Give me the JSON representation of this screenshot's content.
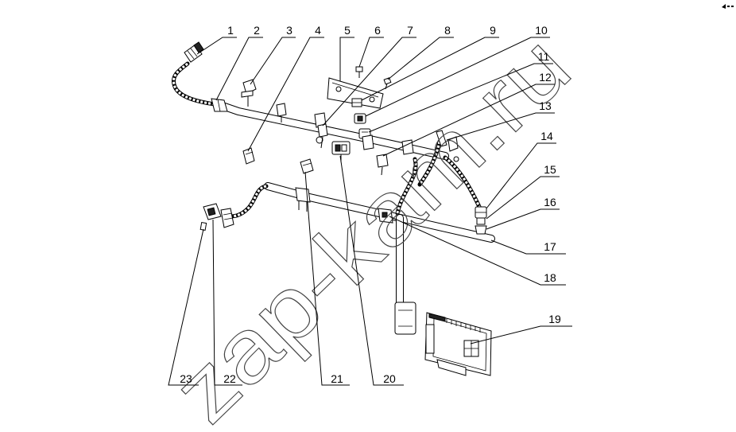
{
  "diagram": {
    "callouts": [
      "1",
      "2",
      "3",
      "4",
      "5",
      "6",
      "7",
      "8",
      "9",
      "10",
      "11",
      "12",
      "13",
      "14",
      "15",
      "16",
      "17",
      "18",
      "19",
      "20",
      "21",
      "22",
      "23"
    ],
    "watermark": "zap-kam.ru"
  }
}
